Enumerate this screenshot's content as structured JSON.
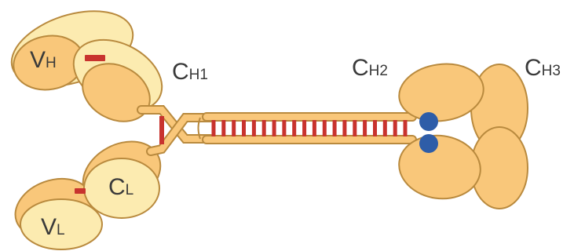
{
  "colors": {
    "domain_fill": "#F9C77A",
    "light_fill": "#FCEBB0",
    "outline": "#B98A3E",
    "disulfide": "#C8332E",
    "carbohydrate": "#2E5DA8",
    "text": "#3a3a3a"
  },
  "labels": {
    "vh": {
      "main": "V",
      "sub": "H"
    },
    "vl": {
      "main": "V",
      "sub": "L"
    },
    "cl": {
      "main": "C",
      "sub": "L"
    },
    "ch1": {
      "main": "C",
      "sub": "H1"
    },
    "ch2": {
      "main": "C",
      "sub": "H2"
    },
    "ch3": {
      "main": "C",
      "sub": "H3"
    }
  },
  "hinge_disulfide_bond_count": 20,
  "carbohydrate_dot_count": 2
}
